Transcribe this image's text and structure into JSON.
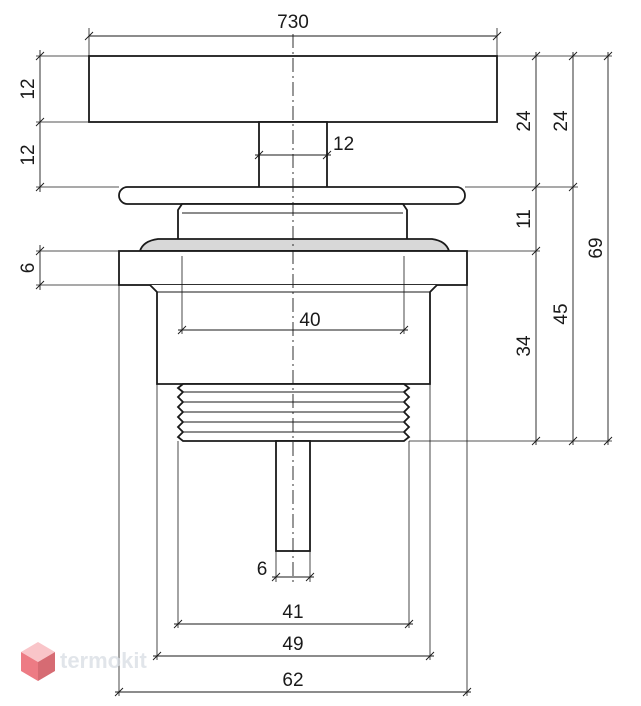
{
  "dimensions": {
    "top_width": "730",
    "cap_height_upper": "12",
    "cap_height_lower": "12",
    "stem_width": "12",
    "right_24_a": "24",
    "right_24_b": "24",
    "right_11": "11",
    "right_69": "69",
    "flange_6": "6",
    "inner_40": "40",
    "right_34": "34",
    "right_45": "45",
    "pin_6": "6",
    "thread_41": "41",
    "body_49": "49",
    "flange_62": "62"
  },
  "logo": {
    "text": "termokit"
  },
  "colors": {
    "line": "#1a1a1a",
    "logo_mark": "#e8505b",
    "logo_text": "#d8dde3"
  }
}
